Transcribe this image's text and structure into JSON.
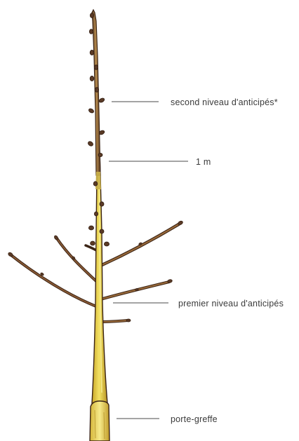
{
  "labels": {
    "second_level": "second niveau d'anticipés*",
    "height_marker": "1 m",
    "first_level": "premier niveau d'anticipés",
    "rootstock": "porte-greffe"
  },
  "colors": {
    "trunk_fill": "#e2c63a",
    "trunk_highlight": "#f4e46a",
    "outline": "#3b2415",
    "bark_dark": "#5a3a26",
    "leader_lines": "#4a4a4a"
  },
  "icons": {
    "tree": "young-tree-illustration"
  }
}
